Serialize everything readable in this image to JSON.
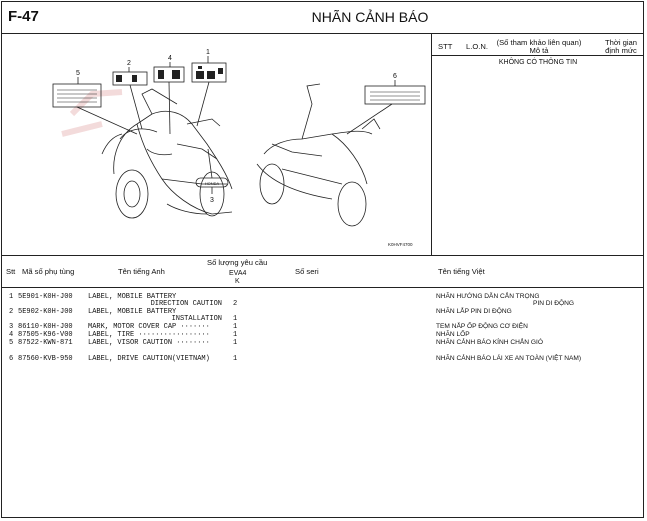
{
  "page": {
    "code": "F-47",
    "title": "NHÃN CẢNH BÁO"
  },
  "reference_table": {
    "headers": {
      "stt": "STT",
      "lon": "L.O.N.",
      "ref_line1": "(Số tham khảo liên quan)",
      "ref_line2": "Mô tả",
      "time_line1": "Thời gian",
      "time_line2": "định mức"
    },
    "empty_message": "KHÔNG CÓ THÔNG TIN"
  },
  "diagram": {
    "callouts": [
      "1",
      "2",
      "3",
      "4",
      "5",
      "6"
    ],
    "code": "K0HVF4700",
    "brand_label": "HONDA"
  },
  "parts_table": {
    "headers": {
      "stt": "Stt",
      "part_no": "Mã số phụ tùng",
      "english": "Tên tiếng Anh",
      "qty": "Số lượng yêu cầu",
      "model": "EVA4",
      "model_sub": "K",
      "serial": "Số seri",
      "vietnamese": "Tên tiếng Việt"
    },
    "rows": [
      {
        "stt": "1",
        "part": "5E901-K0H-J00",
        "en_1": "LABEL, MOBILE BATTERY",
        "en_2": "DIRECTION CAUTION",
        "qty": "2",
        "vn_1": "NHÃN HƯỚNG DẪN CẮN TRỌNG",
        "vn_2": "PIN DI ĐỘNG"
      },
      {
        "stt": "2",
        "part": "5E902-K0H-J00",
        "en_1": "LABEL, MOBILE BATTERY",
        "en_2": "INSTALLATION",
        "qty": "1",
        "vn_1": "NHÃN LẮP PIN DI ĐỘNG",
        "vn_2": ""
      },
      {
        "stt": "3",
        "part": "86110-K0H-J00",
        "en_1": "MARK, MOTOR COVER CAP ·······",
        "en_2": "",
        "qty": "1",
        "vn_1": "TEM NẮP ỐP ĐỘNG CƠ ĐIỆN",
        "vn_2": ""
      },
      {
        "stt": "4",
        "part": "87505-K96-V00",
        "en_1": "LABEL, TIRE ·················",
        "en_2": "",
        "qty": "1",
        "vn_1": "NHÃN LỐP",
        "vn_2": ""
      },
      {
        "stt": "5",
        "part": "87522-KWN-871",
        "en_1": "LABEL, VISOR CAUTION ········",
        "en_2": "",
        "qty": "1",
        "vn_1": "NHÃN CẢNH BÁO KÍNH CHẮN GIÓ",
        "vn_2": ""
      },
      {
        "stt": "6",
        "part": "87560-KVB-950",
        "en_1": "LABEL, DRIVE CAUTION(VIETNAM)",
        "en_2": "",
        "qty": "1",
        "vn_1": "NHÃN CẢNH BÁO LÁI XE AN TOÀN (VIỆT NAM)",
        "vn_2": ""
      }
    ]
  }
}
